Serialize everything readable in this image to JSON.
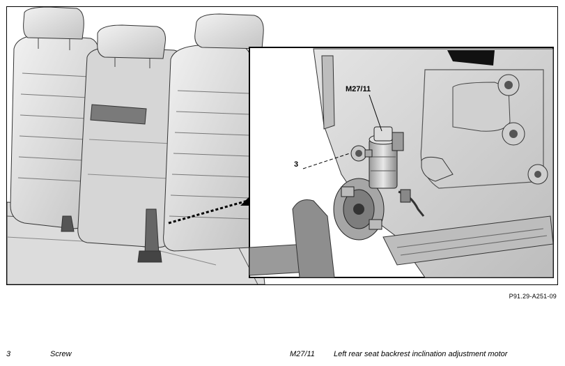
{
  "figure": {
    "image_id": "P91.29-A251-09",
    "callouts": {
      "motor": "M27/11",
      "screw": "3"
    }
  },
  "legend": [
    {
      "code": "3",
      "description": "Screw"
    },
    {
      "code": "M27/11",
      "description": "Left rear seat backrest inclination adjustment motor"
    }
  ]
}
